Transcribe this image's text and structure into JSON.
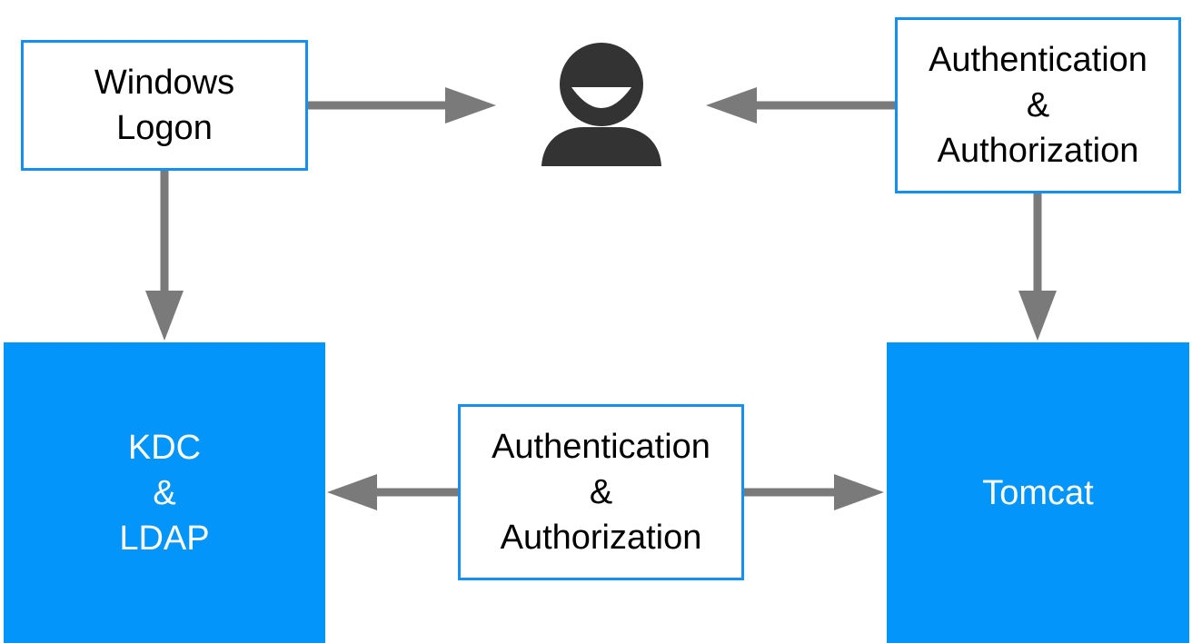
{
  "colors": {
    "outline_border": "#1690f0",
    "filled_box": "#0495fa",
    "arrow": "#7a7a7a",
    "user_icon": "#333333"
  },
  "nodes": {
    "windows_logon": {
      "lines": [
        "Windows",
        "Logon"
      ]
    },
    "auth_top": {
      "lines": [
        "Authentication",
        "&",
        "Authorization"
      ]
    },
    "kdc_ldap": {
      "lines": [
        "KDC",
        "&",
        "LDAP"
      ]
    },
    "auth_middle": {
      "lines": [
        "Authentication",
        "&",
        "Authorization"
      ]
    },
    "tomcat": {
      "lines": [
        "Tomcat"
      ]
    }
  },
  "icons": {
    "user": "user-icon"
  },
  "edges": [
    {
      "from": "windows_logon",
      "to": "user",
      "direction": "forward"
    },
    {
      "from": "auth_top",
      "to": "user",
      "direction": "forward"
    },
    {
      "from": "windows_logon",
      "to": "kdc_ldap",
      "direction": "forward"
    },
    {
      "from": "auth_top",
      "to": "tomcat",
      "direction": "forward"
    },
    {
      "from": "auth_middle",
      "to": "kdc_ldap",
      "direction": "forward"
    },
    {
      "from": "auth_middle",
      "to": "tomcat",
      "direction": "forward"
    }
  ]
}
